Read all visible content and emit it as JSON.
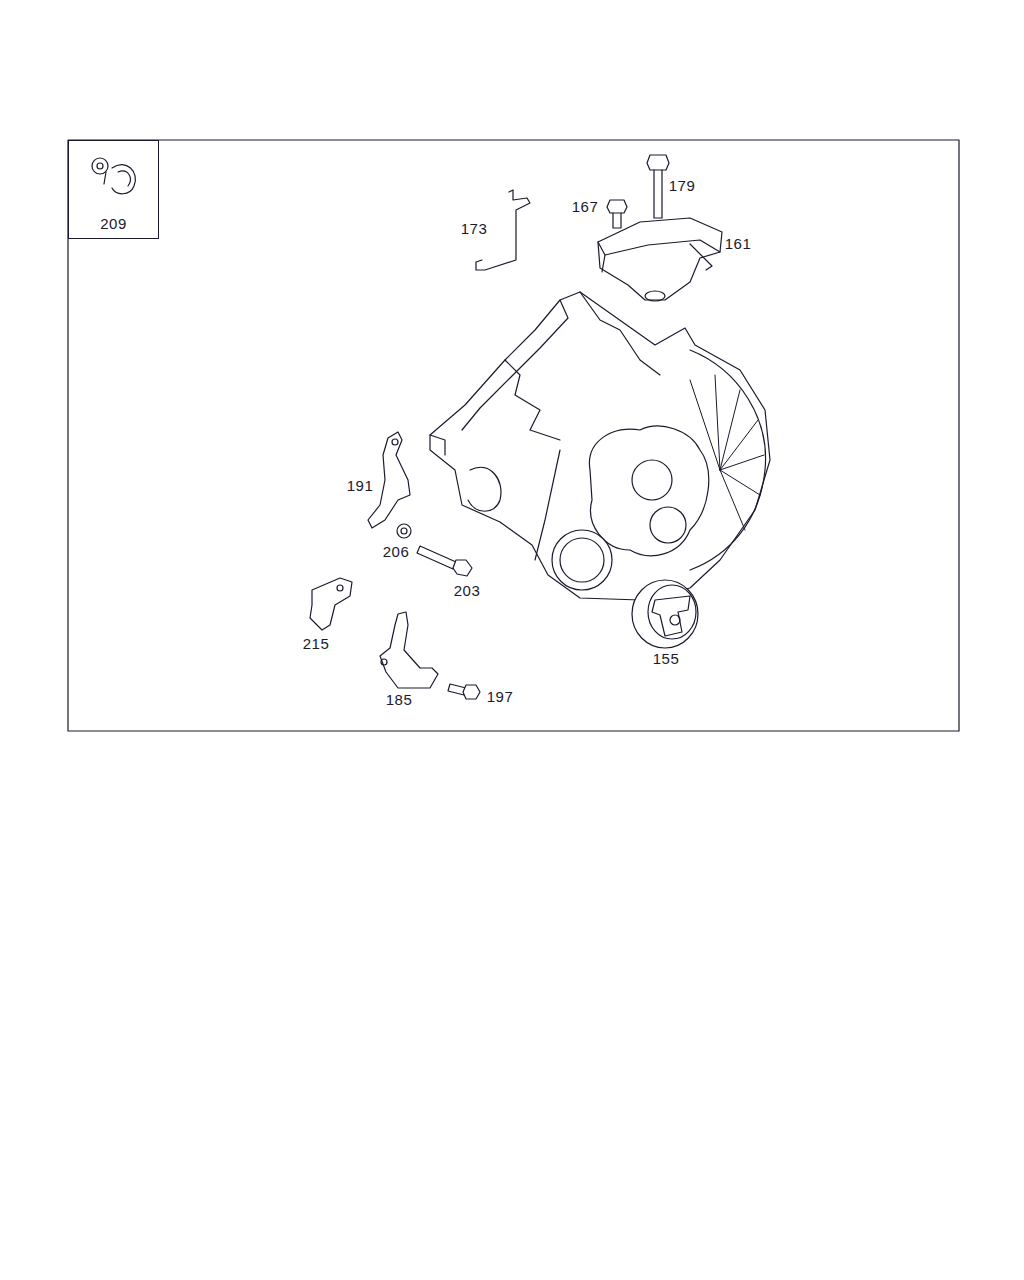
{
  "diagram": {
    "nodes": [
      {
        "text": [
          "209"
        ]
      }
    ],
    "labels": [
      "173",
      "167",
      "179",
      "161",
      "191",
      "206",
      "203",
      "215",
      "185",
      "197",
      "155"
    ]
  }
}
